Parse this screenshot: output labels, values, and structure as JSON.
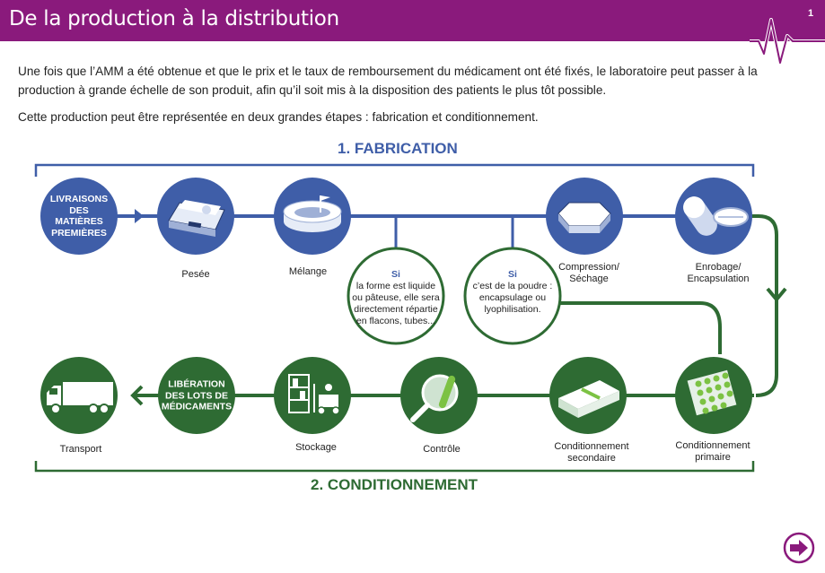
{
  "header": {
    "title": "De la production à la distribution",
    "page_number": "1"
  },
  "intro": {
    "paragraph_1": "Une fois que l’AMM a été obtenue et que le prix et le taux de remboursement du médicament ont été fixés, le laboratoire peut passer à la production à grande échelle de son produit, afin qu’il soit mis à la disposition des patients le plus tôt possible.",
    "paragraph_2": "Cette production peut être représentée en deux grandes étapes : fabrication et conditionnement."
  },
  "fabrication": {
    "title": "1. FABRICATION",
    "color": "#3f5ea8",
    "steps": {
      "livraisons": "LIVRAISONS DES MATIÈRES PREMIÈRES",
      "pesee": "Pesée",
      "melange": "Mélange",
      "compression": "Compression/ Séchage",
      "enrobage": "Enrobage/ Encapsulation"
    },
    "branches": {
      "liquide": {
        "si": "Si",
        "text": "la forme est liquide ou pâteuse, elle sera directement répartie en flacons, tubes..."
      },
      "poudre": {
        "si": "Si",
        "text": "c’est de la poudre : encapsulage ou lyophilisation."
      }
    }
  },
  "conditionnement": {
    "title": "2. CONDITIONNEMENT",
    "color": "#2e6b33",
    "steps": {
      "primaire": "Conditionnement primaire",
      "secondaire": "Conditionnement secondaire",
      "controle": "Contrôle",
      "stockage": "Stockage",
      "liberation": "LIBÉRATION DES LOTS DE MÉDICAMENTS",
      "transport": "Transport"
    }
  },
  "icons": {
    "livraisons": "text-circle",
    "pesee": "scale-icon",
    "melange": "mixer-icon",
    "compression": "tray-icon",
    "enrobage": "capsule-tablet-icon",
    "primaire": "blister-pack-icon",
    "secondaire": "medicine-box-icon",
    "controle": "magnifier-test-tube-icon",
    "stockage": "forklift-shelves-icon",
    "liberation": "text-circle",
    "transport": "truck-icon",
    "next": "arrow-right-icon"
  },
  "colors": {
    "header": "#8a1a7c",
    "blue": "#3f5ea8",
    "green": "#2e6b33"
  }
}
